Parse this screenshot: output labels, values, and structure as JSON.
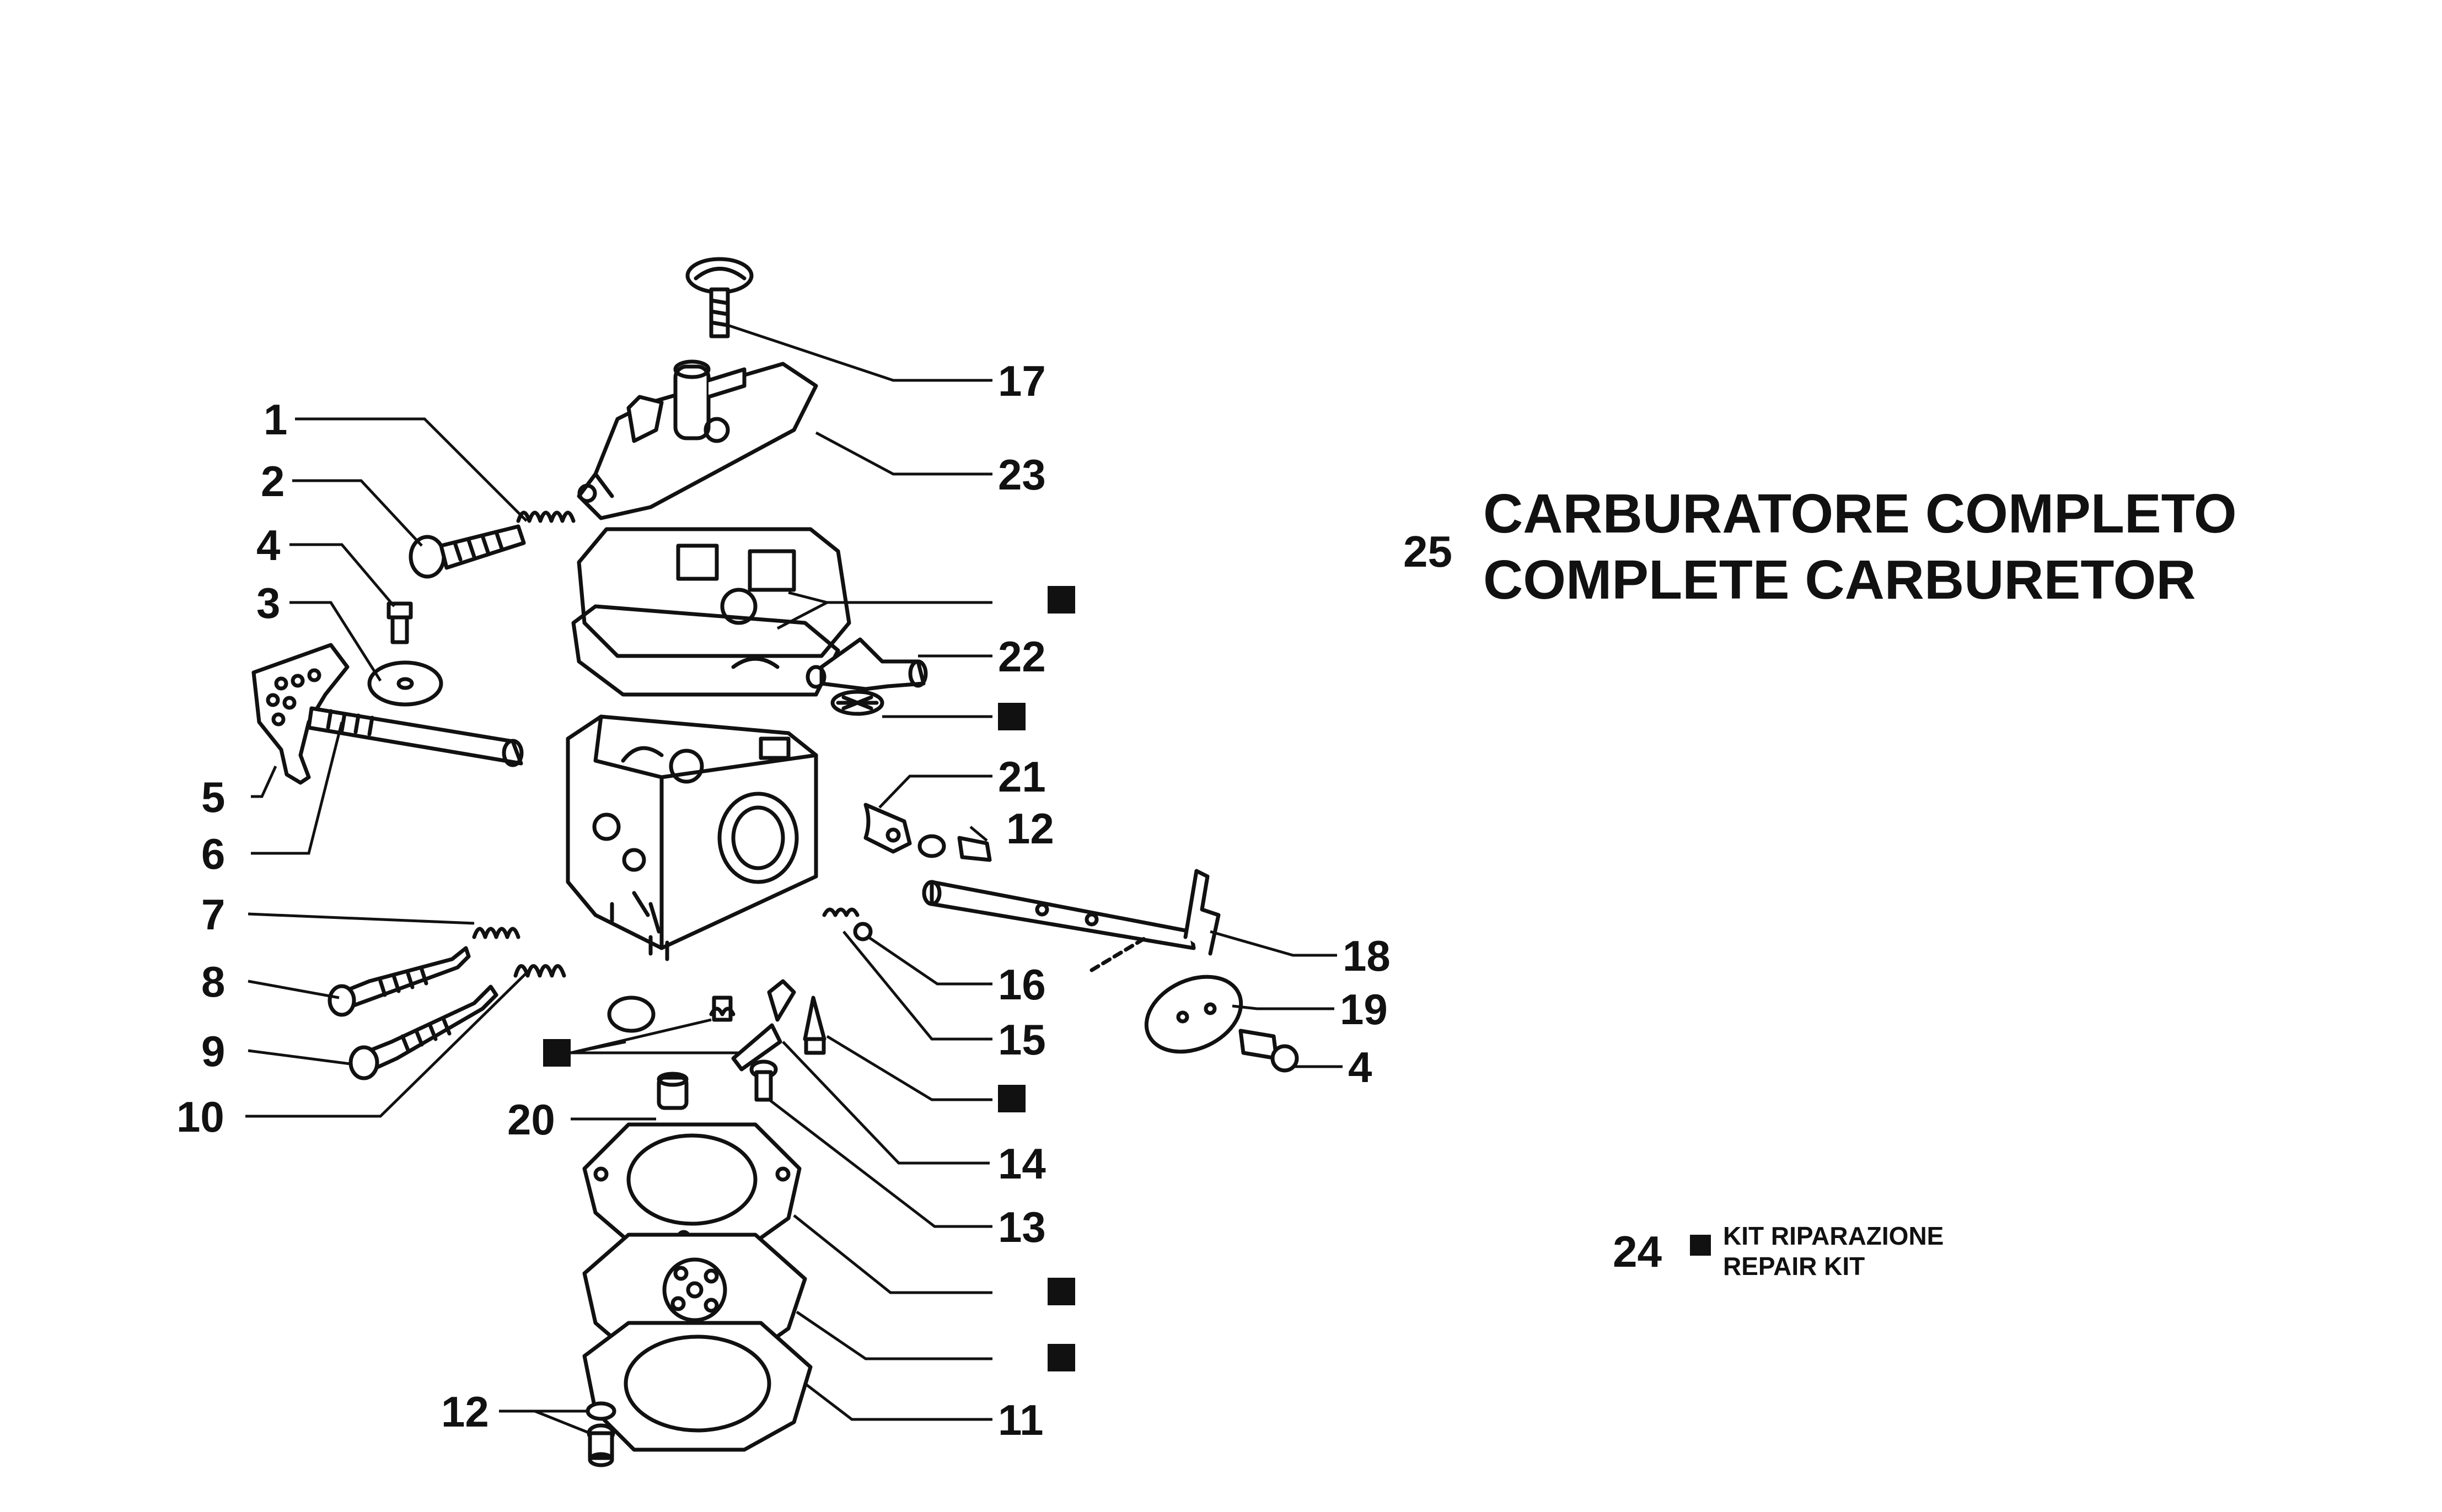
{
  "title": {
    "number": "25",
    "line1": "CARBURATORE COMPLETO",
    "line2": "COMPLETE CARBURETOR"
  },
  "kit": {
    "number": "24",
    "line1": "KIT RIPARAZIONE",
    "line2": "REPAIR KIT"
  },
  "callouts": [
    {
      "id": "c1",
      "label": "1"
    },
    {
      "id": "c2",
      "label": "2"
    },
    {
      "id": "c4a",
      "label": "4"
    },
    {
      "id": "c3",
      "label": "3"
    },
    {
      "id": "c5",
      "label": "5"
    },
    {
      "id": "c6",
      "label": "6"
    },
    {
      "id": "c7",
      "label": "7"
    },
    {
      "id": "c8",
      "label": "8"
    },
    {
      "id": "c9",
      "label": "9"
    },
    {
      "id": "c10",
      "label": "10"
    },
    {
      "id": "c20",
      "label": "20"
    },
    {
      "id": "c12a",
      "label": "12"
    },
    {
      "id": "c17",
      "label": "17"
    },
    {
      "id": "c23",
      "label": "23"
    },
    {
      "id": "c22",
      "label": "22"
    },
    {
      "id": "c21",
      "label": "21"
    },
    {
      "id": "c12b",
      "label": "12"
    },
    {
      "id": "c18",
      "label": "18"
    },
    {
      "id": "c16",
      "label": "16"
    },
    {
      "id": "c19",
      "label": "19"
    },
    {
      "id": "c15",
      "label": "15"
    },
    {
      "id": "c4b",
      "label": "4"
    },
    {
      "id": "c14",
      "label": "14"
    },
    {
      "id": "c13",
      "label": "13"
    },
    {
      "id": "c11",
      "label": "11"
    }
  ],
  "colors": {
    "ink": "#111111",
    "paper": "#ffffff"
  }
}
